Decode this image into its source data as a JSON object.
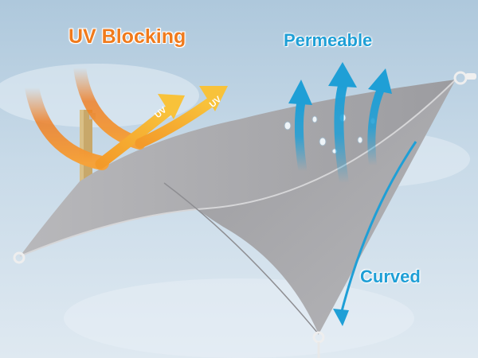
{
  "labels": {
    "uv_blocking": "UV Blocking",
    "permeable": "Permeable",
    "curved": "Curved"
  },
  "arrow_tags": {
    "first": "UV",
    "second": "UV"
  },
  "colors": {
    "uv_orange": "#f07a1c",
    "uv_yellow": "#f8c23a",
    "permeable_blue": "#1f9fd6",
    "shade_gray": "#a5a5a8",
    "sky": "#c8dae8"
  },
  "icons": [
    "uv-ray-arrow-icon",
    "air-flow-arrow-icon",
    "curve-arrow-icon"
  ]
}
